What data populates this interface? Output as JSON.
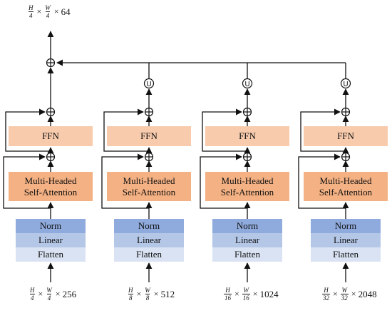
{
  "output": {
    "h_num": "H",
    "h_den": "4",
    "w_num": "W",
    "w_den": "4",
    "times": "×",
    "channels": "64"
  },
  "symbols": {
    "add": "⊕",
    "upsample": "U"
  },
  "branches": [
    {
      "ffn": "FFN",
      "attn_line1": "Multi-Headed",
      "attn_line2": "Self-Attention",
      "norm": "Norm",
      "linear": "Linear",
      "flatten": "Flatten",
      "input": {
        "h_num": "H",
        "h_den": "4",
        "w_num": "W",
        "w_den": "4",
        "times": "×",
        "channels": "256"
      }
    },
    {
      "ffn": "FFN",
      "attn_line1": "Multi-Headed",
      "attn_line2": "Self-Attention",
      "norm": "Norm",
      "linear": "Linear",
      "flatten": "Flatten",
      "input": {
        "h_num": "H",
        "h_den": "8",
        "w_num": "W",
        "w_den": "8",
        "times": "×",
        "channels": "512"
      }
    },
    {
      "ffn": "FFN",
      "attn_line1": "Multi-Headed",
      "attn_line2": "Self-Attention",
      "norm": "Norm",
      "linear": "Linear",
      "flatten": "Flatten",
      "input": {
        "h_num": "H",
        "h_den": "16",
        "w_num": "W",
        "w_den": "16",
        "times": "×",
        "channels": "1024"
      }
    },
    {
      "ffn": "FFN",
      "attn_line1": "Multi-Headed",
      "attn_line2": "Self-Attention",
      "norm": "Norm",
      "linear": "Linear",
      "flatten": "Flatten",
      "input": {
        "h_num": "H",
        "h_den": "32",
        "w_num": "W",
        "w_den": "32",
        "times": "×",
        "channels": "2048"
      }
    }
  ],
  "colors": {
    "ffn": "#f8cbad",
    "attention": "#f4b183",
    "norm": "#8faadc",
    "linear": "#b4c7e7",
    "flatten": "#dae3f3",
    "line": "#111111"
  }
}
